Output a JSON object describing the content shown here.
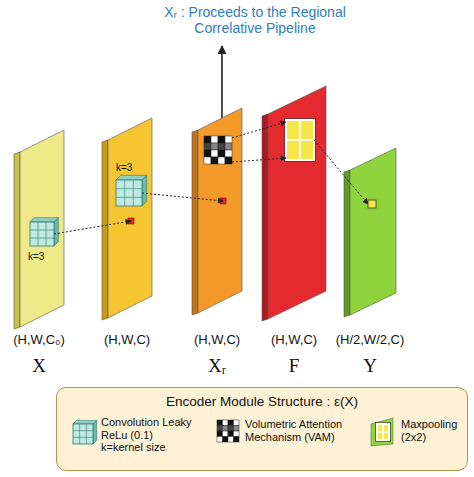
{
  "diagram": {
    "nodes": [
      {
        "text": [
          "k=3",
          "(H,W,C₀)",
          "X"
        ]
      },
      {
        "text": [
          "k=3",
          "(H,W,C)"
        ]
      },
      {
        "text": [
          "(H,W,C)",
          "Xᵣ"
        ]
      },
      {
        "text": [
          "(H,W,C)",
          "F"
        ]
      },
      {
        "text": [
          "(H/2,W/2,C)",
          "Y"
        ]
      },
      {
        "text": [
          "Encoder Module Structure : ε(X)"
        ]
      }
    ],
    "edges": [
      {
        "from": 0,
        "to": 1,
        "arrow": "to"
      },
      {
        "from": 1,
        "to": 2,
        "arrow": "to"
      },
      {
        "from": 2,
        "to": 3,
        "arrow": "to"
      },
      {
        "from": 2,
        "to": 3,
        "arrow": "to"
      },
      {
        "from": 3,
        "to": 4,
        "arrow": "to"
      }
    ],
    "labels": [
      "Xᵣ : Proceeds to the Regional Correlative Pipeline"
    ],
    "legend": [
      {
        "text": "Convolution Leaky ReLu (0.1) k=kernel size"
      },
      {
        "text": "Volumetric Attention Mechanism (VAM)"
      },
      {
        "text": "Maxpooling (2x2)"
      }
    ]
  }
}
